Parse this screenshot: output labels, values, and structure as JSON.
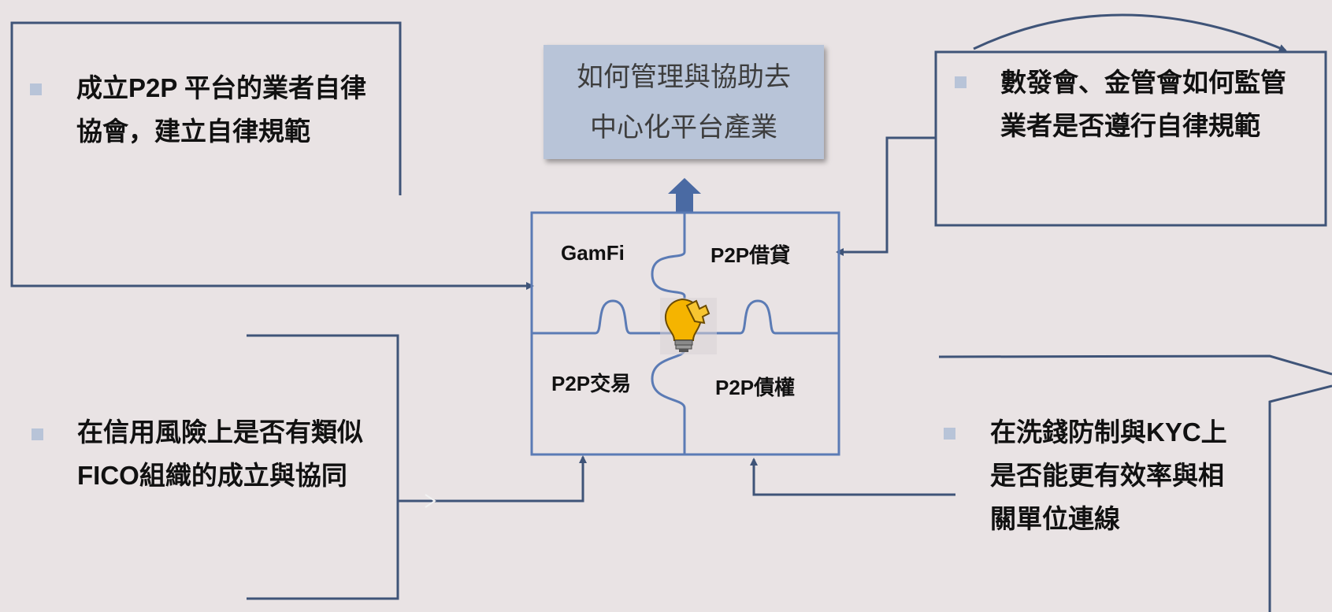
{
  "title": "如何管理與協助去中心化平台產業",
  "puzzle": {
    "top_left": "GamFi",
    "top_right": "P2P借貸",
    "bottom_left": "P2P交易",
    "bottom_right": "P2P債權",
    "center_icon": "lightbulb-puzzle-icon"
  },
  "notes": {
    "top_left": "成立P2P 平台的業者自律協會，建立自律規範",
    "top_right": "數發會、金管會如何監管業者是否遵行自律規範",
    "bottom_left": "在信用風險上是否有類似FICO組織的成立與協同",
    "bottom_right": "在洗錢防制與KYC上是否能更有效率與相關單位連線"
  },
  "colors": {
    "background": "#e9e3e4",
    "line": "#3f5478",
    "puzzle_line": "#5b7bb5",
    "title_fill": "#b8c4d8",
    "bullet": "#b8c4d8",
    "bulb": "#f5b400"
  }
}
